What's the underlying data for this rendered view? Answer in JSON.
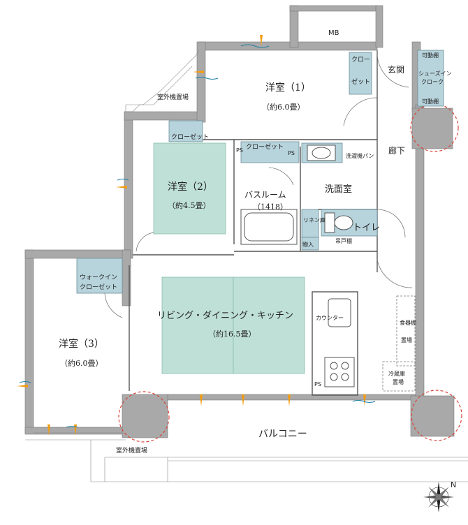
{
  "rooms": {
    "western1_name": "洋室（1）",
    "western1_size": "（約6.0畳）",
    "western2_name": "洋室（2）",
    "western2_size": "（約4.5畳）",
    "western3_name": "洋室（3）",
    "western3_size": "（約6.0畳）",
    "ldk_name": "リビング・ダイニング・キッチン",
    "ldk_size": "（約16.5畳）",
    "bathroom_name": "バスルーム",
    "bathroom_size": "（1418）",
    "washroom": "洗面室",
    "toilet": "トイレ",
    "corridor": "廊下",
    "entrance": "玄関",
    "balcony": "バルコニー"
  },
  "storage": {
    "closet1_line1": "クロー",
    "closet1_line2": "ゼット",
    "closet2": "クローゼット",
    "closet3": "クローゼット",
    "walkin_line1": "ウォークイン",
    "walkin_line2": "クローゼット",
    "shoes_line1": "シューズイン",
    "shoes_line2": "クローク",
    "movable_shelf_top": "可動棚",
    "movable_shelf_bottom": "可動棚",
    "linen": "リネン庫",
    "storage_small": "物入",
    "hanging_shelf": "吊戸棚"
  },
  "fixtures": {
    "mb": "MB",
    "ps1": "PS",
    "ps2": "PS",
    "ps3": "PS",
    "washing_pan": "洗濯機パン",
    "counter": "カウンター",
    "dish_shelf_line1": "食器棚",
    "dish_shelf_line2": "置場",
    "fridge_line1": "冷蔵庫",
    "fridge_line2": "置場"
  },
  "outdoor": {
    "ac_unit_top": "室外機置場",
    "ac_unit_bottom": "室外機置場"
  },
  "compass": {
    "north_label": "N"
  },
  "colors": {
    "wall": "#a9a9a9",
    "room_fill": "#bfe0d6",
    "closet_fill": "#b7d3dc",
    "accent_orange": "#f39c12",
    "accent_blue": "#1a7fa5",
    "column_dash": "#d9453a"
  }
}
